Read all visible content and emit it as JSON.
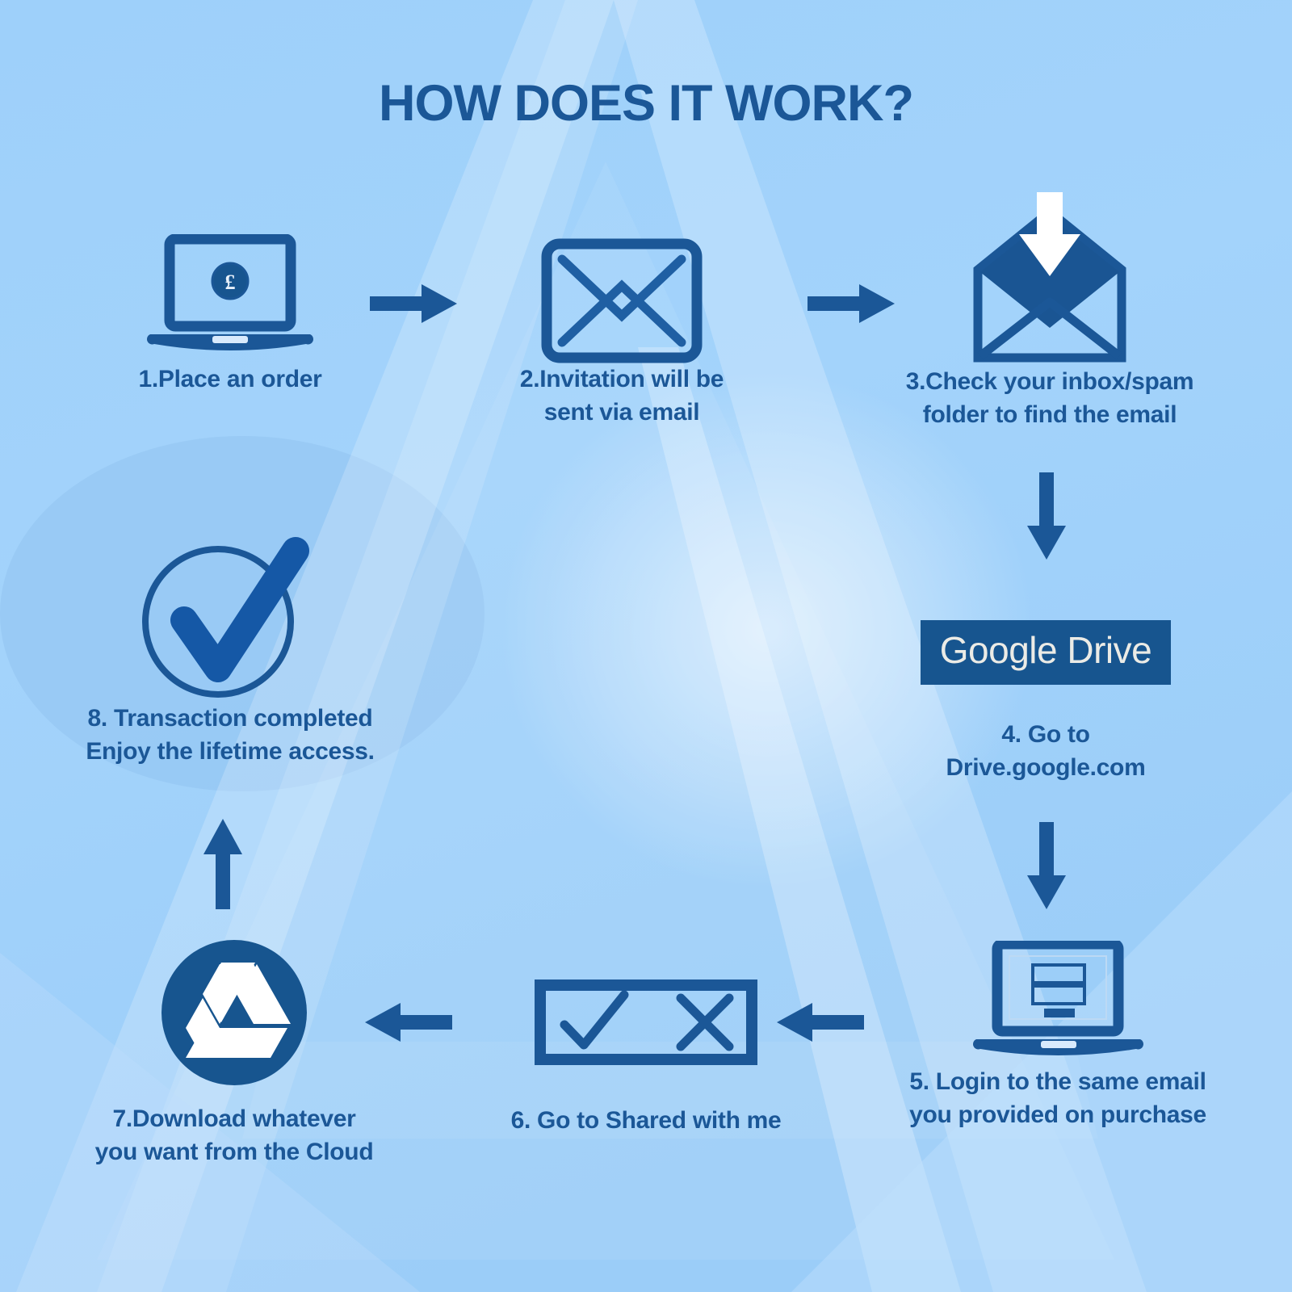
{
  "page": {
    "title": "HOW DOES IT WORK?",
    "background_color": "#9ed0fa",
    "accent_color": "#1b5797",
    "deep_accent_color": "#17558f",
    "text_color": "#1b5797"
  },
  "steps": [
    {
      "id": "step-1",
      "number": "1",
      "label": "1.Place an order",
      "icon": "laptop-pound-icon",
      "icon_description": "Laptop showing a pound sterling coin"
    },
    {
      "id": "step-2",
      "number": "2",
      "label": "2.Invitation will be\nsent via email",
      "icon": "envelope-closed-icon",
      "icon_description": "Closed envelope outline"
    },
    {
      "id": "step-3",
      "number": "3",
      "label": "3.Check your inbox/spam\nfolder to find the email",
      "icon": "envelope-inbox-arrow-icon",
      "icon_description": "Open envelope with white down arrow"
    },
    {
      "id": "step-4",
      "number": "4",
      "label": "4. Go to\nDrive.google.com",
      "icon": "google-drive-wordmark",
      "chip_text": "Google Drive",
      "icon_description": "Blue box containing the words Google Drive"
    },
    {
      "id": "step-5",
      "number": "5",
      "label": "5. Login to the same email\nyou provided on purchase",
      "icon": "laptop-login-icon",
      "icon_description": "Laptop showing a login form"
    },
    {
      "id": "step-6",
      "number": "6",
      "label": "6. Go to Shared with me",
      "icon": "check-cross-box-icon",
      "icon_description": "Rectangle containing a checkmark and an X"
    },
    {
      "id": "step-7",
      "number": "7",
      "label": "7.Download whatever\nyou want from the Cloud",
      "icon": "google-drive-logo-icon",
      "icon_description": "Google Drive triangle logo in a blue circle"
    },
    {
      "id": "step-8",
      "number": "8",
      "label": "8. Transaction completed\nEnjoy the lifetime access.",
      "icon": "check-circle-icon",
      "icon_description": "Circle outline with a bold checkmark"
    }
  ],
  "connectors": [
    {
      "id": "arrow-1-2",
      "direction": "right",
      "from": "step-1",
      "to": "step-2"
    },
    {
      "id": "arrow-2-3",
      "direction": "right",
      "from": "step-2",
      "to": "step-3"
    },
    {
      "id": "arrow-3-4",
      "direction": "down",
      "from": "step-3",
      "to": "step-4"
    },
    {
      "id": "arrow-4-5",
      "direction": "down",
      "from": "step-4",
      "to": "step-5"
    },
    {
      "id": "arrow-5-6",
      "direction": "left",
      "from": "step-5",
      "to": "step-6"
    },
    {
      "id": "arrow-6-7",
      "direction": "left",
      "from": "step-6",
      "to": "step-7"
    },
    {
      "id": "arrow-7-8",
      "direction": "up",
      "from": "step-7",
      "to": "step-8"
    }
  ]
}
